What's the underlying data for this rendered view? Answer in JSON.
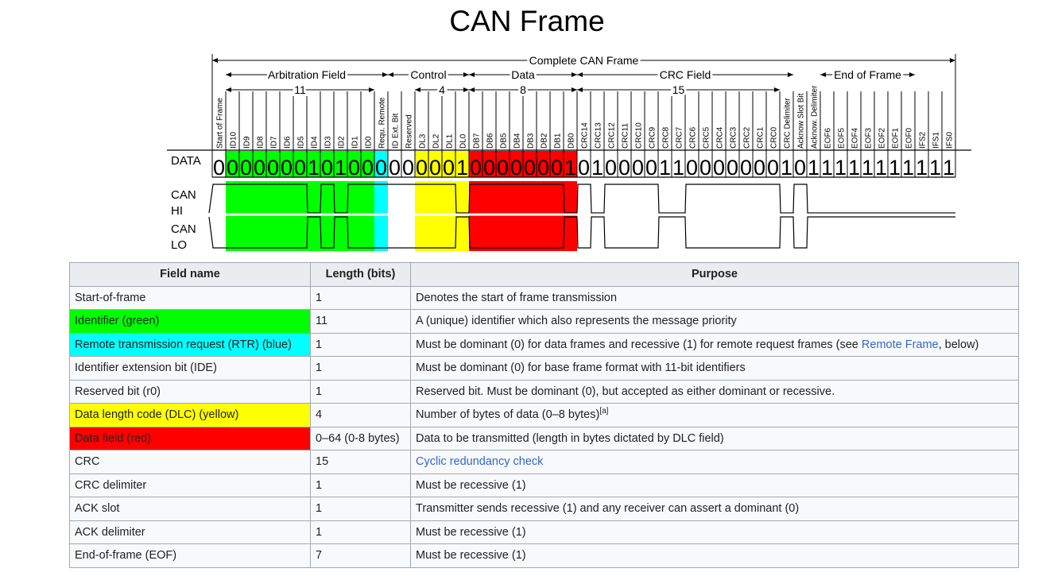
{
  "title": "CAN Frame",
  "diagram": {
    "spans": {
      "complete": "Complete CAN Frame",
      "arbitration": "Arbitration Field",
      "arbitration_len": "11",
      "control": "Control",
      "control_len": "4",
      "data": "Data",
      "data_len": "8",
      "crc": "CRC Field",
      "crc_len": "15",
      "eof": "End of Frame"
    },
    "bit_labels": [
      "Start of Frame",
      "ID10",
      "ID9",
      "ID8",
      "ID7",
      "ID6",
      "ID5",
      "ID4",
      "ID3",
      "ID2",
      "ID1",
      "ID0",
      "Requ. Remote",
      "ID Ext. Bit",
      "Reserved",
      "DL3",
      "DL2",
      "DL1",
      "DL0",
      "DB7",
      "DB6",
      "DB5",
      "DB4",
      "DB3",
      "DB2",
      "DB1",
      "DB0",
      "CRC14",
      "CRC13",
      "CRC12",
      "CRC11",
      "CRC10",
      "CRC9",
      "CRC8",
      "CRC7",
      "CRC6",
      "CRC5",
      "CRC4",
      "CRC3",
      "CRC2",
      "CRC1",
      "CRC0",
      "CRC Delimiter",
      "Acknow Slot Bit",
      "Acknow. Delimiter",
      "EOF6",
      "EOF5",
      "EOF4",
      "EOF3",
      "EOF2",
      "EOF1",
      "EOF0",
      "IFS2",
      "IFS1",
      "IFS0"
    ],
    "bits": [
      0,
      0,
      0,
      0,
      0,
      0,
      0,
      1,
      0,
      1,
      0,
      0,
      0,
      0,
      0,
      0,
      0,
      0,
      1,
      0,
      0,
      0,
      0,
      0,
      0,
      0,
      1,
      0,
      1,
      0,
      0,
      0,
      0,
      1,
      1,
      0,
      0,
      0,
      0,
      0,
      0,
      0,
      1,
      0,
      1,
      1,
      1,
      1,
      1,
      1,
      1,
      1,
      1,
      1,
      1
    ],
    "bit_colors": [
      "white",
      "green",
      "green",
      "green",
      "green",
      "green",
      "green",
      "green",
      "green",
      "green",
      "green",
      "green",
      "cyan",
      "white",
      "white",
      "yellow",
      "yellow",
      "yellow",
      "yellow",
      "red",
      "red",
      "red",
      "red",
      "red",
      "red",
      "red",
      "red",
      "white",
      "white",
      "white",
      "white",
      "white",
      "white",
      "white",
      "white",
      "white",
      "white",
      "white",
      "white",
      "white",
      "white",
      "white",
      "white",
      "white",
      "white",
      "white",
      "white",
      "white",
      "white",
      "white",
      "white",
      "white",
      "white",
      "white",
      "white"
    ],
    "row_labels": {
      "data": "DATA",
      "can_hi_1": "CAN",
      "can_hi_2": "HI",
      "can_lo_1": "CAN",
      "can_lo_2": "LO"
    },
    "colors": {
      "green": "#00ff00",
      "cyan": "#00ffff",
      "yellow": "#ffff00",
      "red": "#ff0000"
    }
  },
  "table": {
    "headers": [
      "Field name",
      "Length (bits)",
      "Purpose"
    ],
    "rows": [
      {
        "name": "Start-of-frame",
        "length": "1",
        "purpose": "Denotes the start of frame transmission"
      },
      {
        "name": "Identifier (green)",
        "length": "11",
        "purpose": "A (unique) identifier which also represents the message priority",
        "color": "#00ff00"
      },
      {
        "name": "Remote transmission request (RTR) (blue)",
        "length": "1",
        "purpose_pre": "Must be dominant (0) for data frames and recessive (1) for remote request frames (see ",
        "purpose_link": "Remote Frame",
        "purpose_post": ", below)",
        "color": "#00ffff"
      },
      {
        "name": "Identifier extension bit (IDE)",
        "length": "1",
        "purpose": "Must be dominant (0) for base frame format with 11-bit identifiers"
      },
      {
        "name": "Reserved bit (r0)",
        "length": "1",
        "purpose": "Reserved bit. Must be dominant (0), but accepted as either dominant or recessive."
      },
      {
        "name": "Data length code (DLC) (yellow)",
        "length": "4",
        "purpose": "Number of bytes of data (0–8 bytes)",
        "footnote": "[a]",
        "color": "#ffff00"
      },
      {
        "name": "Data field (red)",
        "length": "0–64 (0-8 bytes)",
        "purpose": "Data to be transmitted (length in bytes dictated by DLC field)",
        "color": "#ff0000"
      },
      {
        "name": "CRC",
        "length": "15",
        "purpose_link": "Cyclic redundancy check"
      },
      {
        "name": "CRC delimiter",
        "length": "1",
        "purpose": "Must be recessive (1)"
      },
      {
        "name": "ACK slot",
        "length": "1",
        "purpose": "Transmitter sends recessive (1) and any receiver can assert a dominant (0)"
      },
      {
        "name": "ACK delimiter",
        "length": "1",
        "purpose": "Must be recessive (1)"
      },
      {
        "name": "End-of-frame (EOF)",
        "length": "7",
        "purpose": "Must be recessive (1)"
      }
    ]
  }
}
